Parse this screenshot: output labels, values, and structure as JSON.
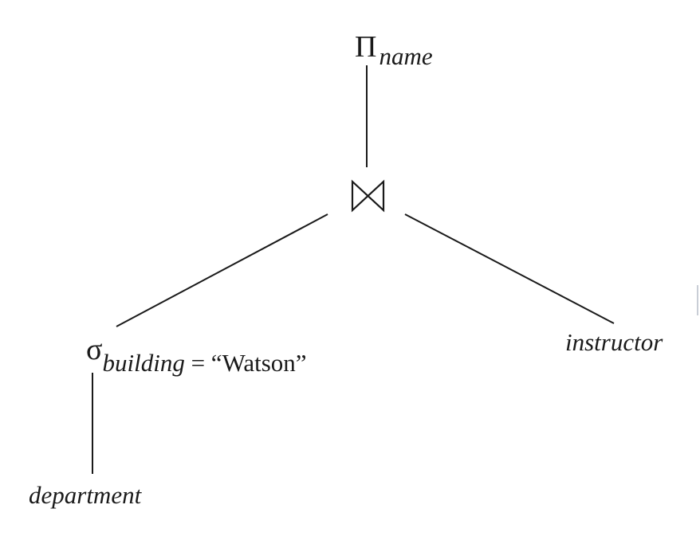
{
  "projection": {
    "symbol": "Π",
    "attribute": "name"
  },
  "join": {
    "symbol": "⋈"
  },
  "selection": {
    "symbol": "σ",
    "predicate_attribute": "building",
    "predicate_rest": " = “Watson”"
  },
  "relations": {
    "left": "department",
    "right": "instructor"
  }
}
